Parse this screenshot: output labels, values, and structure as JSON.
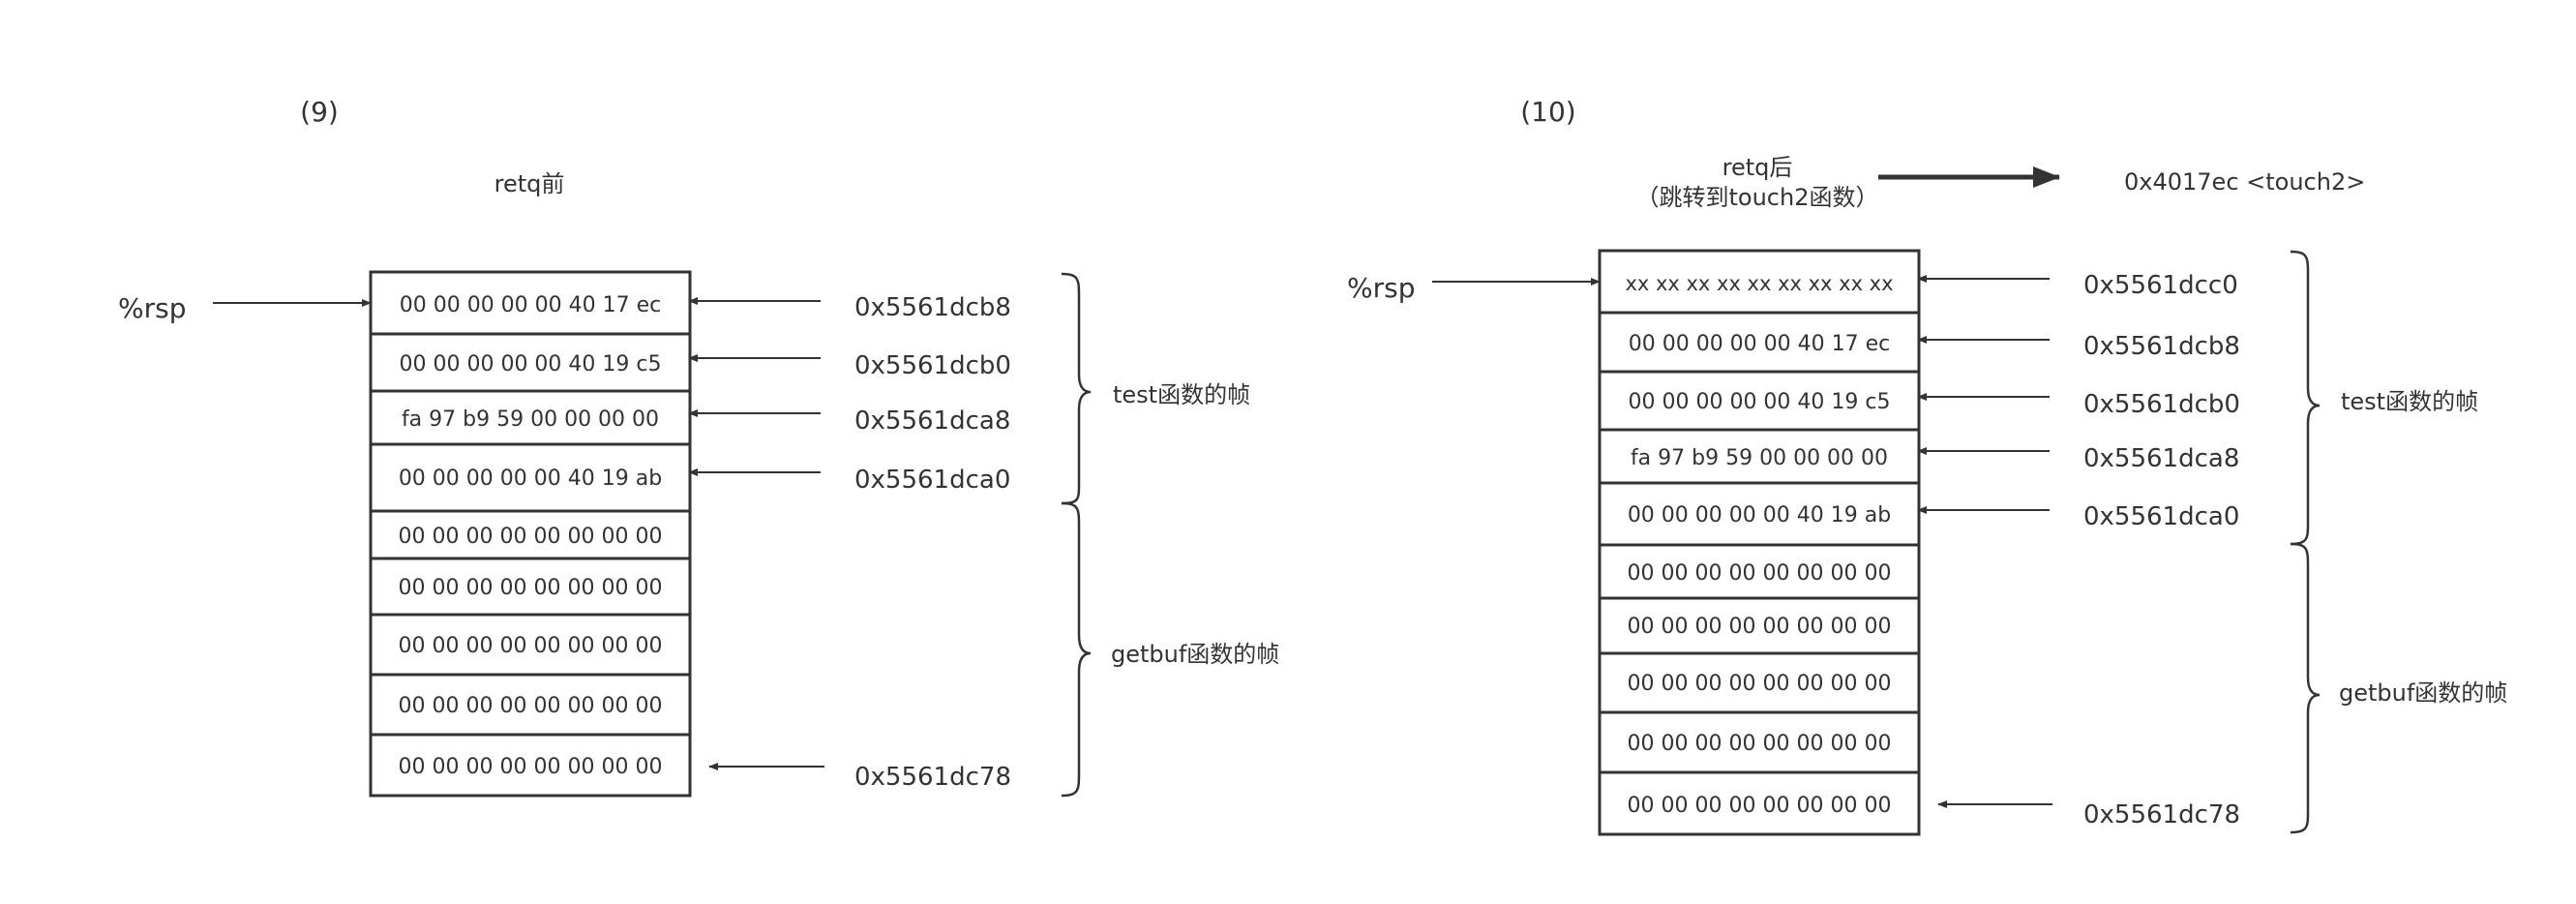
{
  "panels": [
    {
      "id": "nine",
      "label": "(9)",
      "title": "retq前",
      "rsp_label": "%rsp",
      "cells": [
        "00 00 00 00 00 40 17 ec",
        "00 00 00 00 00 40 19 c5",
        "fa 97 b9 59 00 00 00 00",
        "00 00 00 00 00 40 19 ab",
        "00 00 00 00 00 00 00 00",
        "00 00 00 00 00 00 00 00",
        "00 00 00 00 00 00 00 00",
        "00 00 00 00 00 00 00 00",
        "00 00 00 00 00 00 00 00"
      ],
      "addresses": [
        "0x5561dcb8",
        "0x5561dcb0",
        "0x5561dca8",
        "0x5561dca0",
        "0x5561dc78"
      ],
      "frames": [
        "test函数的帧",
        "getbuf函数的帧"
      ]
    },
    {
      "id": "ten",
      "label": "(10)",
      "title_line1": "retq后",
      "title_line2": "（跳转到touch2函数）",
      "jump_target": "0x4017ec <touch2>",
      "rsp_label": "%rsp",
      "cells": [
        "xx xx xx xx xx xx xx xx xx",
        "00 00 00 00 00 40 17 ec",
        "00 00 00 00 00 40 19 c5",
        "fa 97 b9 59 00 00 00 00",
        "00 00 00 00 00 40 19 ab",
        "00 00 00 00 00 00 00 00",
        "00 00 00 00 00 00 00 00",
        "00 00 00 00 00 00 00 00",
        "00 00 00 00 00 00 00 00",
        "00 00 00 00 00 00 00 00"
      ],
      "addresses": [
        "0x5561dcc0",
        "0x5561dcb8",
        "0x5561dcb0",
        "0x5561dca8",
        "0x5561dca0",
        "0x5561dc78"
      ],
      "frames": [
        "test函数的帧",
        "getbuf函数的帧"
      ]
    }
  ]
}
